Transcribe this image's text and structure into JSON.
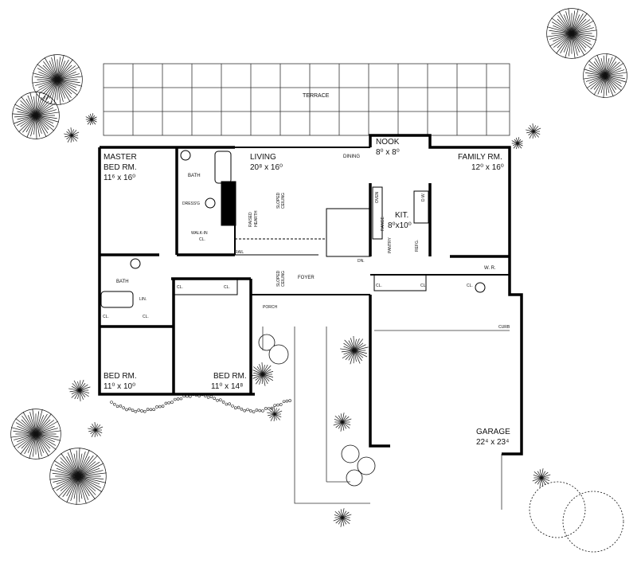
{
  "rooms": {
    "terrace": "TERRACE",
    "master_name_1": "MASTER",
    "master_name_2": "BED RM.",
    "master_dim": "11⁶ x 16⁰",
    "bath_master": "BATH",
    "dressing": "DRESS'G",
    "walkin_1": "WALK-IN",
    "walkin_2": "CL.",
    "raised_hearth_1": "RAISED",
    "raised_hearth_2": "HEARTH",
    "living_name": "LIVING",
    "living_dim": "20⁸ x 16⁰",
    "sloped_ceiling_1": "SLOPED",
    "sloped_ceiling_2": "CEILING",
    "dining": "DINING",
    "nook_name": "NOOK",
    "nook_dim": "8⁰ x 8⁰",
    "kit_name": "KIT.",
    "kit_dim": "8⁰x10⁰",
    "oven": "OVEN",
    "range": "RANGE",
    "pantry": "PANTRY",
    "refg": "REFG.",
    "dw": "D.W.",
    "family_name": "FAMILY RM.",
    "family_dim": "12⁰ x 16⁰",
    "rail": "RAIL",
    "dn": "DN.",
    "foyer": "FOYER",
    "wr": "W. R.",
    "bath2": "BATH",
    "lin": "LIN.",
    "cl": "CL.",
    "porch": "PORCH",
    "curb": "CURB",
    "bed1_name": "BED RM.",
    "bed1_dim": "11⁰ x 10⁰",
    "bed2_name": "BED RM.",
    "bed2_dim": "11⁰ x 14⁸",
    "garage_name": "GARAGE",
    "garage_dim": "22⁴ x 23⁴"
  }
}
